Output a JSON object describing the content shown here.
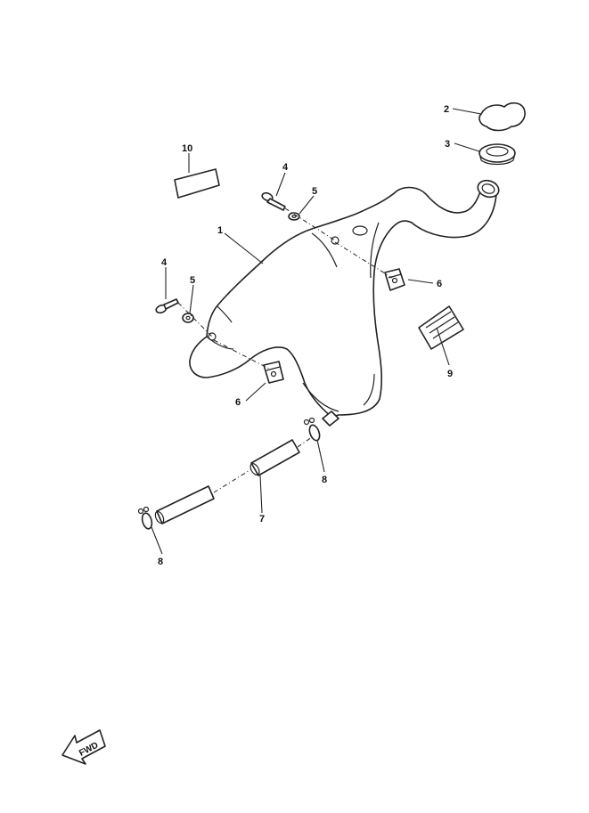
{
  "diagram": {
    "callouts": {
      "c1": "1",
      "c2": "2",
      "c3": "3",
      "c4a": "4",
      "c4b": "4",
      "c5a": "5",
      "c5b": "5",
      "c6a": "6",
      "c6b": "6",
      "c7": "7",
      "c8a": "8",
      "c8b": "8",
      "c9": "9",
      "c10": "10"
    },
    "direction_label": "FWD"
  }
}
